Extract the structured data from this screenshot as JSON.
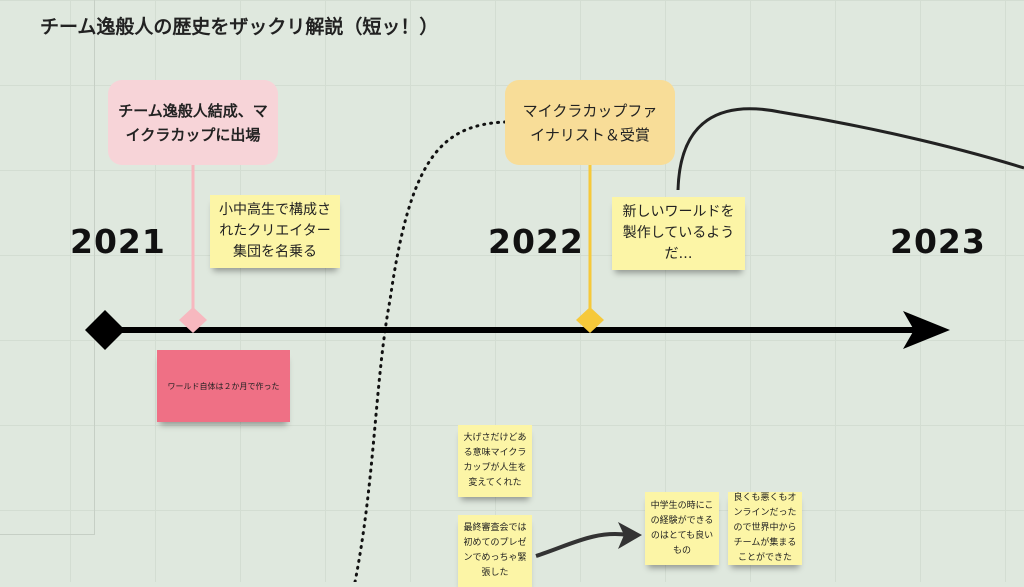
{
  "title": "チーム逸般人の歴史をザックリ解説（短ッ！）",
  "years": [
    "2021",
    "2022",
    "2023"
  ],
  "events": [
    {
      "label": "チーム逸般人結成、マイクラカップに出場",
      "color": "#f7d4d8",
      "marker": "#f7b8bf"
    },
    {
      "label": "マイクラカップファイナリスト＆受賞",
      "color": "#f8dd98",
      "marker": "#f6c93a"
    }
  ],
  "stickies": {
    "creators": "小中高生で構成されたクリエイター集団を名乗る",
    "new_world": "新しいワールドを製作しているようだ…",
    "two_months": "ワールド自体は２か月で作った",
    "life_changed": "大げさだけどある意味マイクラカップが人生を変えてくれた",
    "nervous": "最終審査会では初めてのプレゼンでめっちゃ緊張した",
    "middle_school": "中学生の時にこの経験ができるのはとても良いもの",
    "online": "良くも悪くもオンラインだったので世界中からチームが集まることができた"
  },
  "colors": {
    "sticky_yellow": "#fcf5a6",
    "sticky_pink": "#ef7085",
    "background": "#dfe8de"
  }
}
